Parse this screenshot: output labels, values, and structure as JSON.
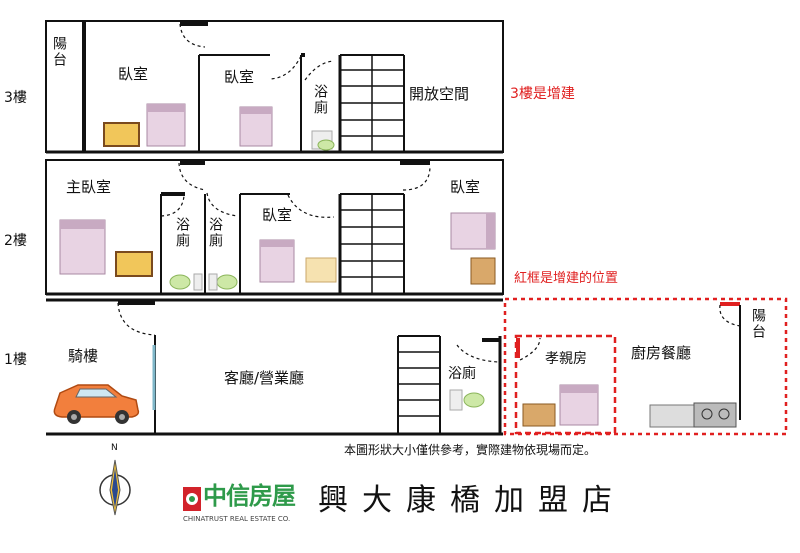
{
  "floor_labels": {
    "f3": "3樓",
    "f2": "2樓",
    "f1": "1樓"
  },
  "rooms": {
    "f3_balcony": "陽台",
    "f3_bedroom_left": "臥室",
    "f3_bedroom_mid": "臥室",
    "f3_bath": "浴廁",
    "f3_open_space": "開放空間",
    "f2_master": "主臥室",
    "f2_bath_a": "浴廁",
    "f2_bath_b": "浴廁",
    "f2_bedroom_mid": "臥室",
    "f2_bedroom_right": "臥室",
    "f1_arcade": "騎樓",
    "f1_living": "客廳/營業廳",
    "f1_bath": "浴廁",
    "f1_parent_room": "孝親房",
    "f1_kitchen": "廚房餐廳",
    "f1_balcony": "陽台"
  },
  "notes": {
    "f3_added": "3樓是增建",
    "red_frame": "紅框是增建的位置",
    "disclaimer": "本圖形狀大小僅供參考，實際建物依現場而定。"
  },
  "compass": {
    "north": "N"
  },
  "brand": {
    "logo_chars": "中信房屋",
    "logo_sub": "CHINATRUST REAL ESTATE CO.",
    "store_name": "興大康橋加盟店",
    "logo_color": "#2e9a4a",
    "logo_red": "#d2232a"
  },
  "colors": {
    "wall": "#111111",
    "annotation": "#e02020"
  }
}
